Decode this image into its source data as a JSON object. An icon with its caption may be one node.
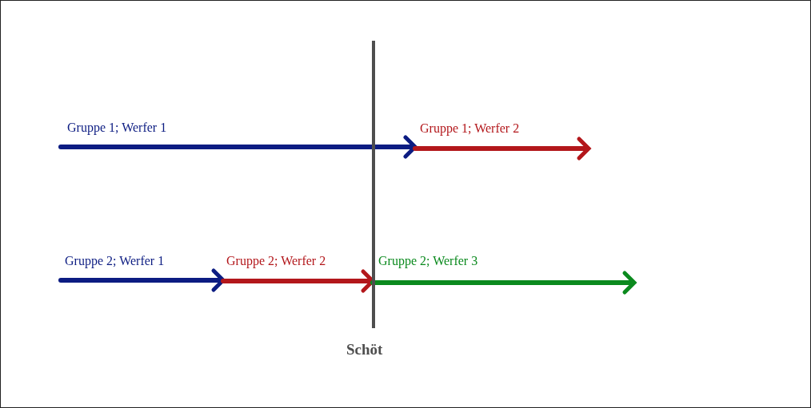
{
  "diagram": {
    "labels": [
      "Gruppe 1; Werfer 1",
      "Gruppe 1; Werfer 2",
      "Gruppe 2; Werfer 1",
      "Gruppe 2; Werfer 2",
      "Gruppe 2; Werfer 3",
      "Schöt"
    ]
  }
}
